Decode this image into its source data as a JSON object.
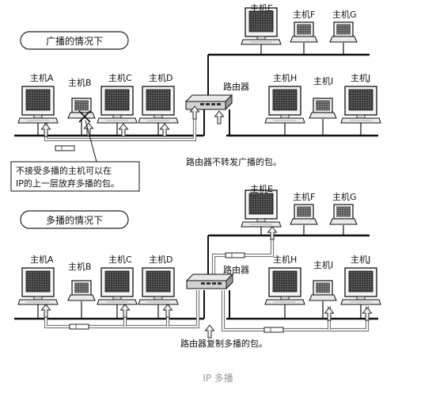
{
  "caption": "IP 多播",
  "broadcast": {
    "title": "广播的情况下",
    "router_label": "路由器",
    "router_note": "路由器不转发广播的包。",
    "host_note_line1": "不接受多播的主机可以在",
    "host_note_line2": "IP的上一层放弃多播的包。",
    "hosts": [
      {
        "id": "a",
        "label": "主机A"
      },
      {
        "id": "b",
        "label": "主机B"
      },
      {
        "id": "c",
        "label": "主机C"
      },
      {
        "id": "d",
        "label": "主机D"
      },
      {
        "id": "e",
        "label": "主机E"
      },
      {
        "id": "f",
        "label": "主机F"
      },
      {
        "id": "g",
        "label": "主机G"
      },
      {
        "id": "h",
        "label": "主机H"
      },
      {
        "id": "i",
        "label": "主机I"
      },
      {
        "id": "j",
        "label": "主机J"
      }
    ]
  },
  "multicast": {
    "title": "多播的情况下",
    "router_label": "路由器",
    "router_note": "路由器复制多播的包。",
    "hosts": [
      {
        "id": "a",
        "label": "主机A"
      },
      {
        "id": "b",
        "label": "主机B"
      },
      {
        "id": "c",
        "label": "主机C"
      },
      {
        "id": "d",
        "label": "主机D"
      },
      {
        "id": "e",
        "label": "主机E"
      },
      {
        "id": "f",
        "label": "主机F"
      },
      {
        "id": "g",
        "label": "主机G"
      },
      {
        "id": "h",
        "label": "主机H"
      },
      {
        "id": "i",
        "label": "主机I"
      },
      {
        "id": "j",
        "label": "主机J"
      }
    ]
  }
}
